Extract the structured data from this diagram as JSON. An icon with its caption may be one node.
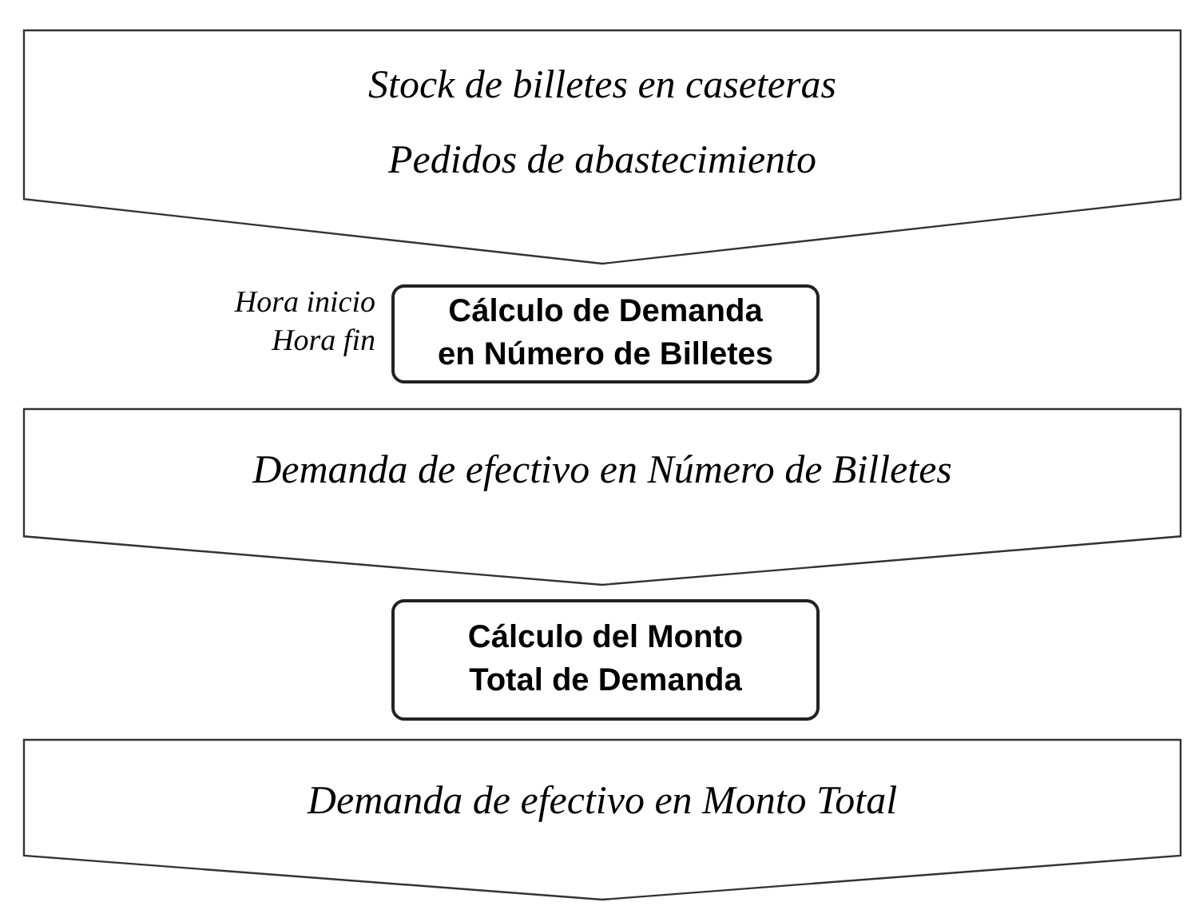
{
  "diagram": {
    "nodes": [
      {
        "text": [
          "Stock de billetes en caseteras",
          "Pedidos de abastecimiento"
        ]
      },
      {
        "text": [
          "Cálculo de Demanda en Número de Billetes"
        ],
        "beside": [
          "Hora inicio",
          "Hora fin"
        ]
      },
      {
        "text": [
          "Demanda de efectivo en Número de Billetes"
        ]
      },
      {
        "text": [
          "Cálculo del Monto Total de Demanda"
        ]
      },
      {
        "text": [
          "Demanda de efectivo en Monto Total"
        ]
      }
    ]
  }
}
